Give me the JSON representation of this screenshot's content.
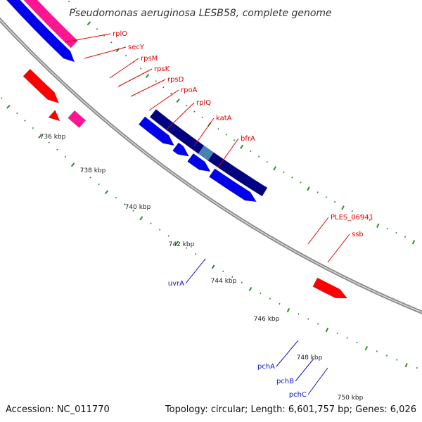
{
  "title": "Pseudomonas aeruginosa LESB58, complete genome",
  "footer": {
    "accession": "Accession: NC_011770",
    "summary": "Topology: circular; Length: 6,601,757 bp; Genes: 6,026"
  },
  "colors": {
    "backbone": "#8a8a8a",
    "tick": "#2e8b2e",
    "label_red": "#e00000",
    "label_blue": "#1010d0",
    "cds": "#ff0000",
    "rrna_pink": "#f08080",
    "green_gene": "#a0f050",
    "orange_gene": "#ff8c00",
    "purple_gene": "#483d8b",
    "magenta_gene": "#ff1493",
    "blue_gene": "#0000ee",
    "navy_gene": "#000080"
  },
  "scale_labels": [
    "736 kbp",
    "738 kbp",
    "740 kbp",
    "742 kbp",
    "744 kbp",
    "746 kbp",
    "748 kbp",
    "750 kbp"
  ],
  "gene_labels": [
    {
      "name": "rplO",
      "color": "red"
    },
    {
      "name": "secY",
      "color": "red"
    },
    {
      "name": "rpsM",
      "color": "red"
    },
    {
      "name": "rpsK",
      "color": "red"
    },
    {
      "name": "rpsD",
      "color": "red"
    },
    {
      "name": "rpoA",
      "color": "red"
    },
    {
      "name": "rplQ",
      "color": "red"
    },
    {
      "name": "katA",
      "color": "red"
    },
    {
      "name": "bfrA",
      "color": "red"
    },
    {
      "name": "PLES_06941",
      "color": "red"
    },
    {
      "name": "ssb",
      "color": "red"
    },
    {
      "name": "uvrA",
      "color": "blue"
    },
    {
      "name": "pchA",
      "color": "blue"
    },
    {
      "name": "pchB",
      "color": "blue"
    },
    {
      "name": "pchC",
      "color": "blue"
    }
  ]
}
